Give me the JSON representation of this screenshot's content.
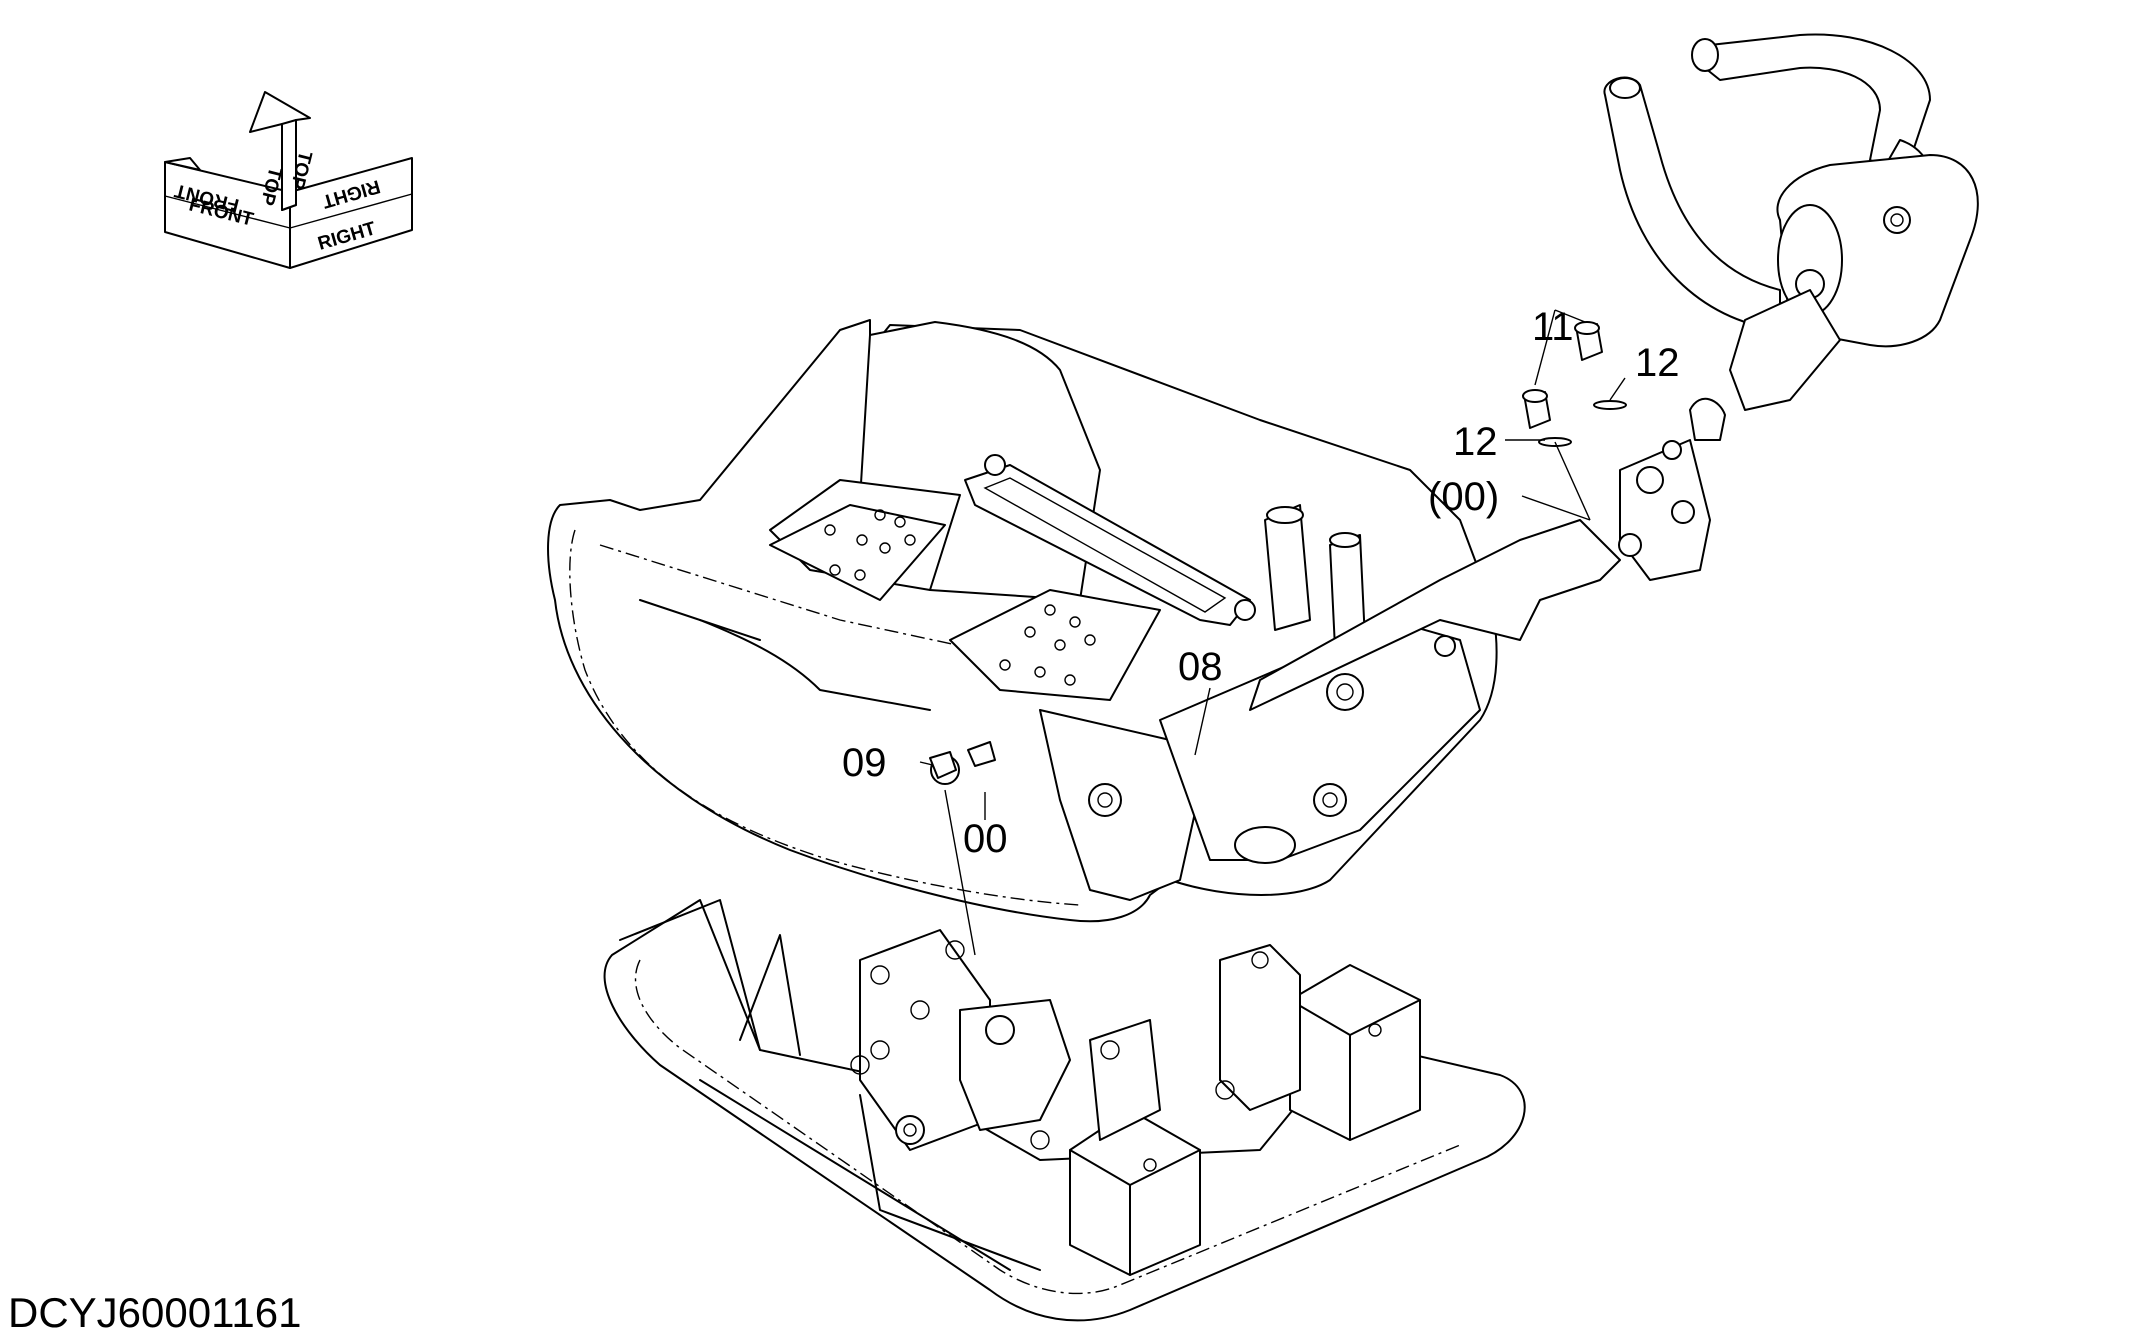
{
  "orientation": {
    "front_label": "FRONT",
    "top_label": "TOP",
    "right_label": "RIGHT"
  },
  "callouts": {
    "c11": "11",
    "c12_right": "12",
    "c12_left": "12",
    "c00_paren": "(00)",
    "c08": "08",
    "c09": "09",
    "c00": "00"
  },
  "drawing_code": "DCYJ60001161"
}
